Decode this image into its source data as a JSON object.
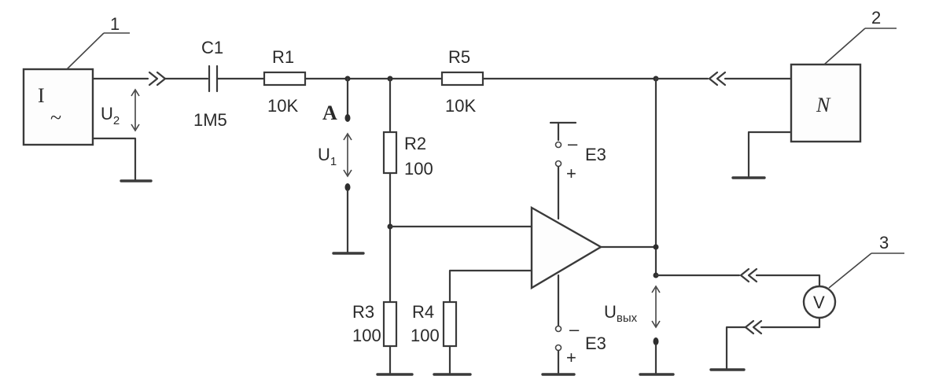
{
  "callouts": {
    "c1": "1",
    "c2": "2",
    "c3": "3"
  },
  "blocks": {
    "source": {
      "symbol": "I",
      "sub": "~"
    },
    "n_block": {
      "label": "N"
    },
    "voltmeter": {
      "label": "V"
    }
  },
  "components": {
    "c1": {
      "name": "C1",
      "value": "1M5"
    },
    "r1": {
      "name": "R1",
      "value": "10K"
    },
    "r5": {
      "name": "R5",
      "value": "10K"
    },
    "r2": {
      "name": "R2",
      "value": "100"
    },
    "r3": {
      "name": "R3",
      "value": "100"
    },
    "r4": {
      "name": "R4",
      "value": "100"
    }
  },
  "voltages": {
    "u2": {
      "main": "U",
      "sub": "2"
    },
    "u1": {
      "main": "U",
      "sub": "1"
    },
    "uout": {
      "main": "U",
      "sub": "вых"
    }
  },
  "points": {
    "a": "A"
  },
  "supplies": {
    "top": {
      "name": "E3",
      "minus": "–",
      "plus": "+"
    },
    "bottom": {
      "name": "E3",
      "minus": "–",
      "plus": "+"
    }
  }
}
